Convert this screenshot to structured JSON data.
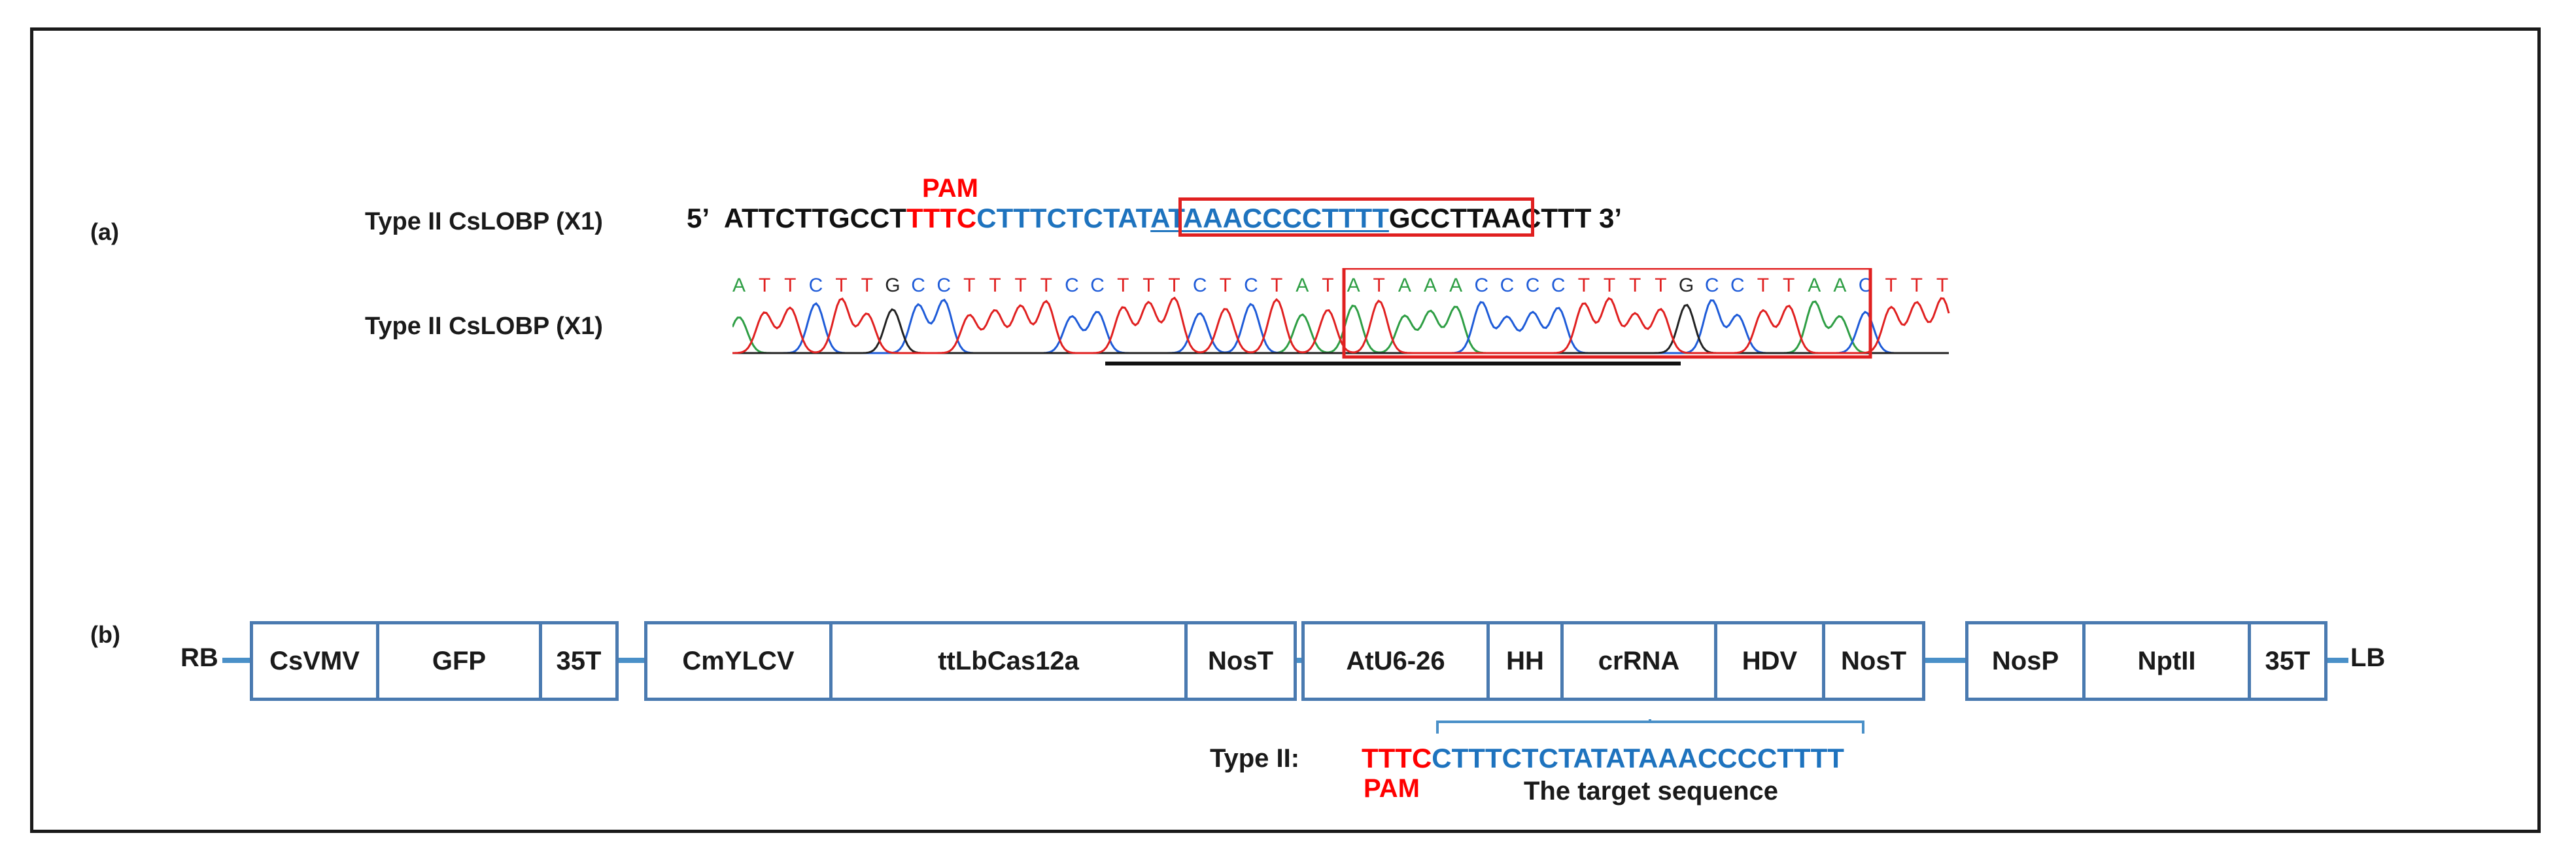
{
  "panel_a": {
    "label": "(a)",
    "row1_label": "Type II CsLOBP (X1)",
    "row2_label": "Type II CsLOBP (X1)",
    "pam_label": "PAM",
    "prime5": "5’",
    "prime3": "3’",
    "seq": {
      "flank_left": "ATTCTTGCCT",
      "pam": "TTTC",
      "target_plain": "CTTTCTCTAT",
      "target_boxed": "ATAAACCCCTTTT",
      "boxed_black": "GCCTT",
      "flank_right": "AACTTT"
    },
    "chromatogram_bases": "ATTCTTGCCTTTTCCTTTCTCTATATAAACCCCTTTTGCCTTAACTTT",
    "base_colors": {
      "A": "#2e9e44",
      "T": "#e02020",
      "C": "#1e5bd8",
      "G": "#222222"
    }
  },
  "panel_b": {
    "label": "(b)",
    "rb": "RB",
    "lb": "LB",
    "groups": [
      [
        "CsVMV",
        "GFP",
        "35T"
      ],
      [
        "CmYLCV",
        "ttLbCas12a",
        "NosT"
      ],
      [
        "AtU6-26",
        "HH",
        "crRNA",
        "HDV",
        "NosT"
      ],
      [
        "NosP",
        "NptII",
        "35T"
      ]
    ],
    "type_label": "Type II:",
    "type_pam": "TTTC",
    "type_target": "CTTTCTCTATATAAACCCCTTTT",
    "pam_label": "PAM",
    "target_caption": "The target sequence"
  },
  "colors": {
    "box_border": "#4a7ab0",
    "connector": "#4a90c8",
    "pam_red": "#ff0000",
    "target_blue": "#1e73be",
    "highlight_red": "#e02020"
  }
}
